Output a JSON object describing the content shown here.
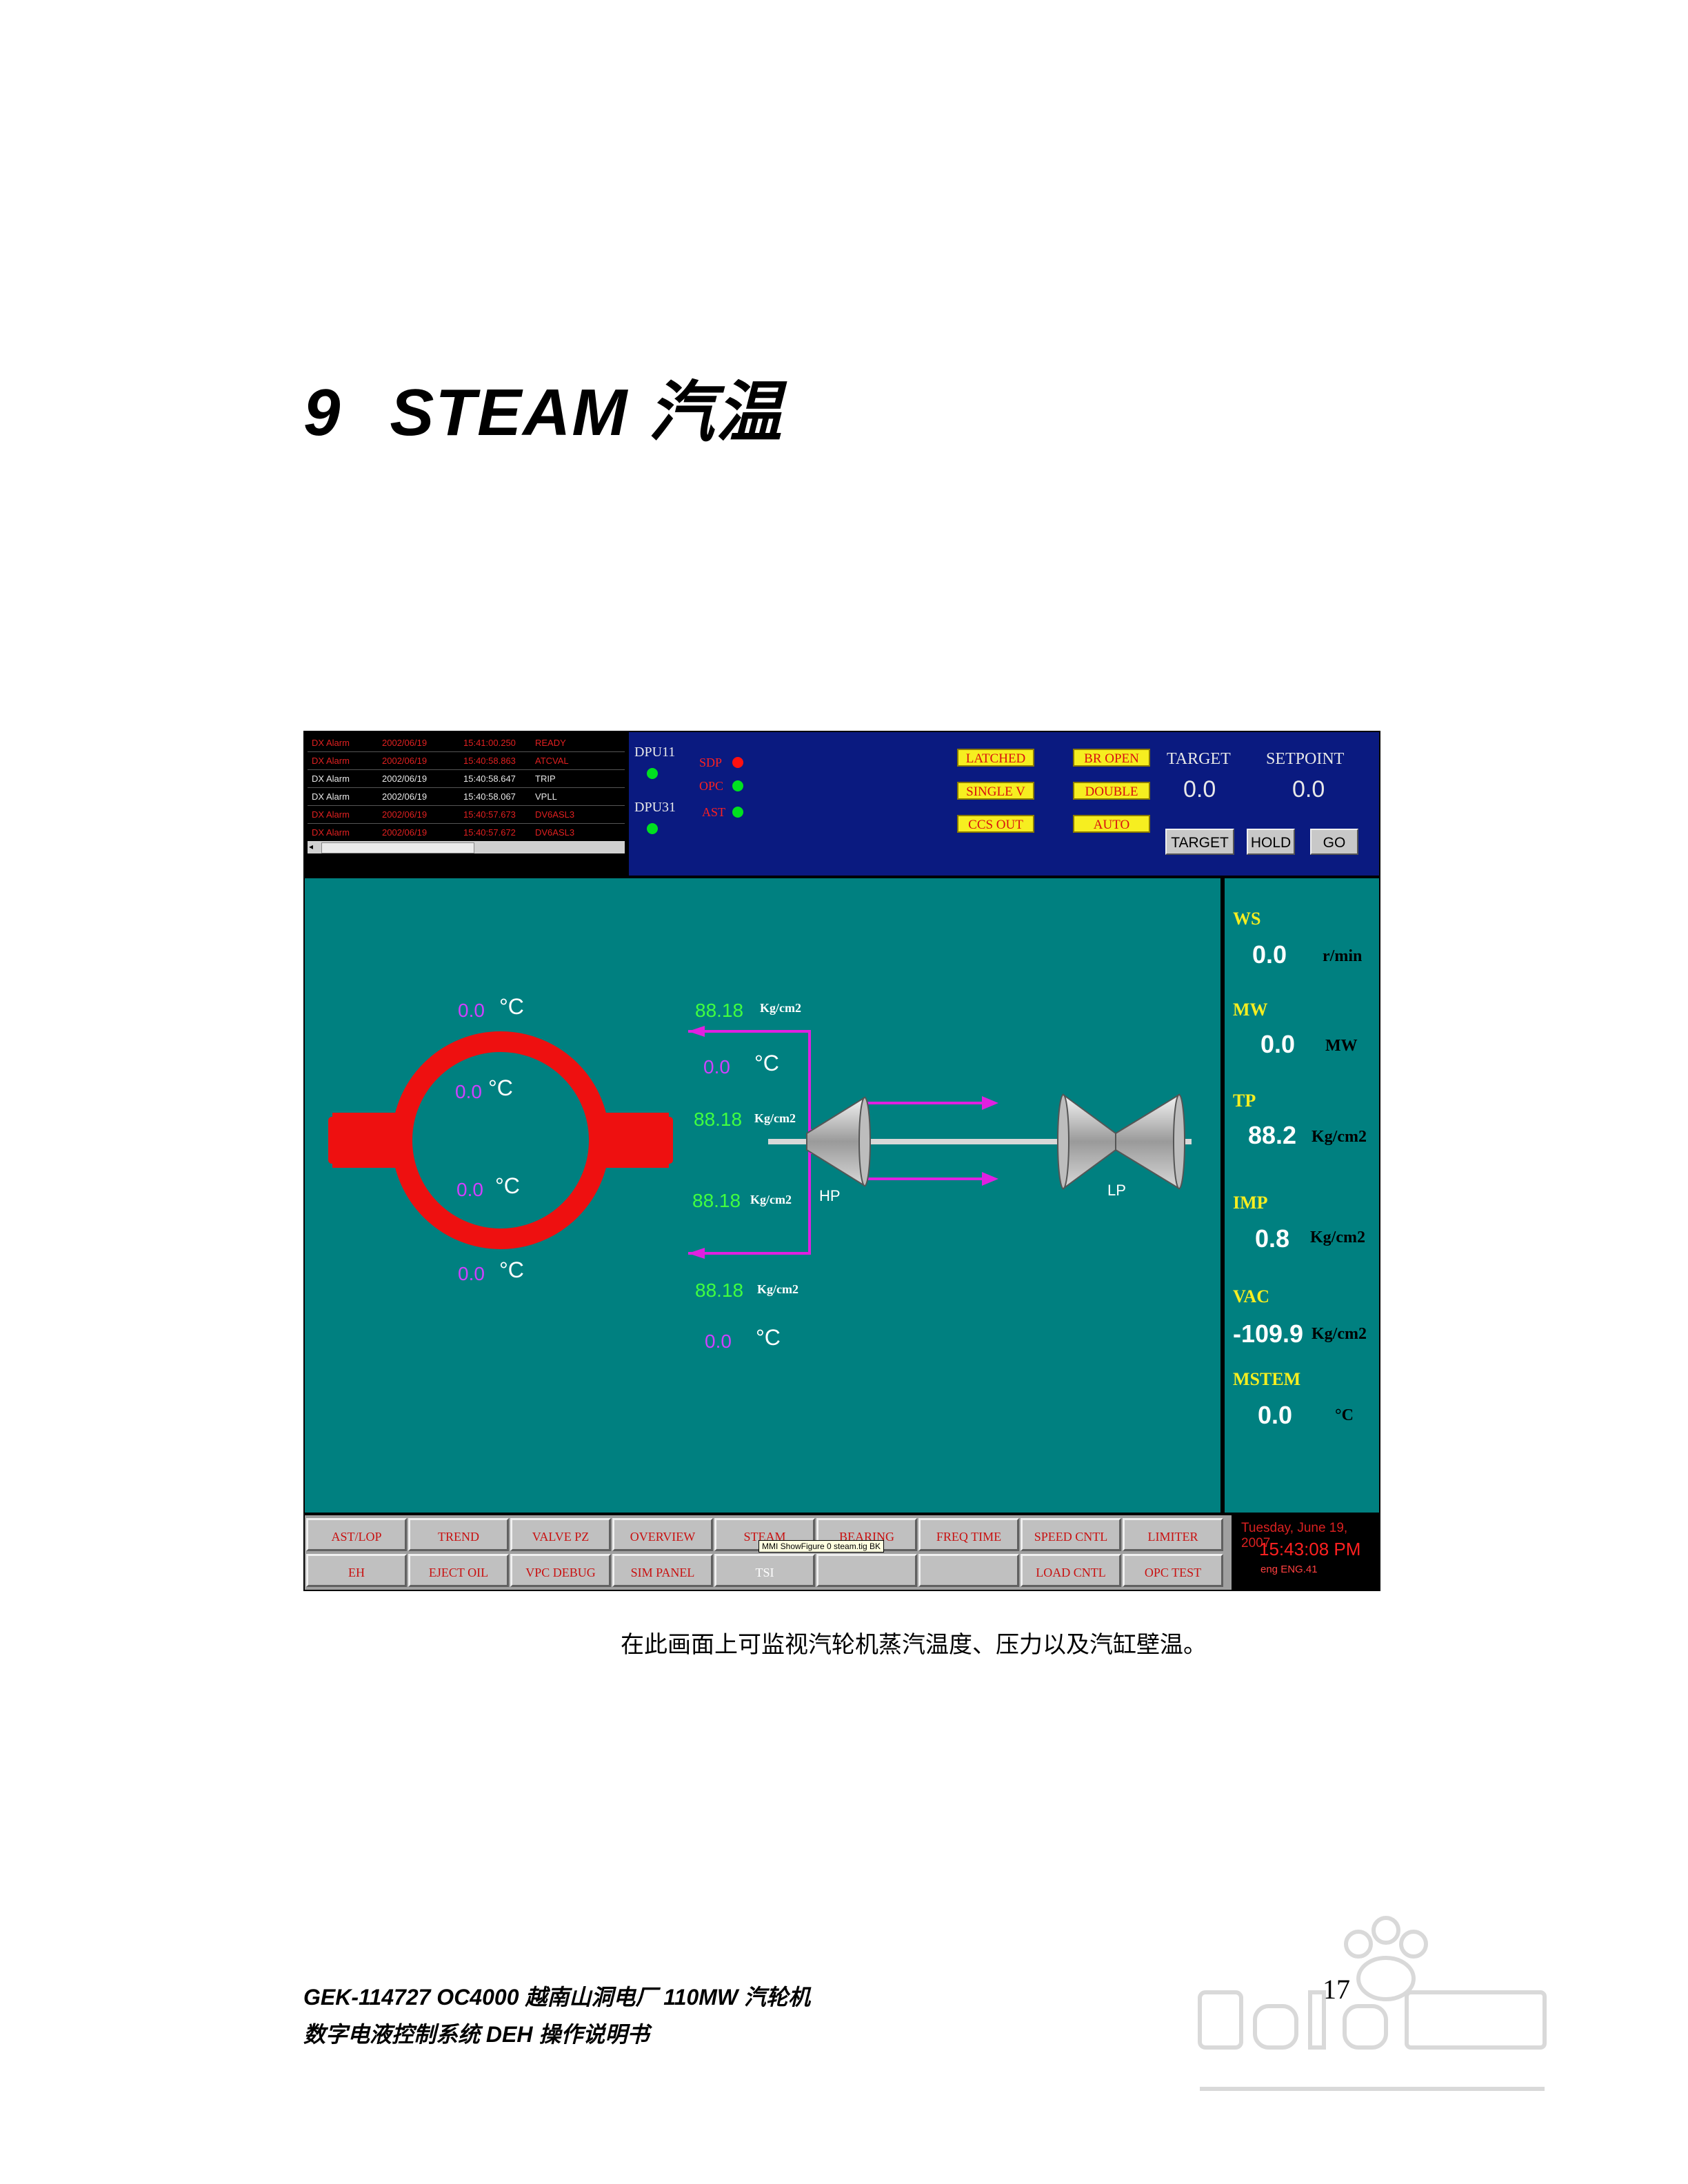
{
  "doc": {
    "section_number": "9",
    "section_title": "STEAM 汽温",
    "caption": "在此画面上可监视汽轮机蒸汽温度、压力以及汽缸壁温。",
    "footer_line1": "GEK-114727 OC4000 越南山洞电厂 110MW 汽轮机",
    "footer_line2": "数字电液控制系统 DEH 操作说明书",
    "page_number": "17"
  },
  "alarms": [
    {
      "source": "DX Alarm",
      "date": "2002/06/19",
      "time": "15:41:00.250",
      "tag": "READY",
      "color": "red"
    },
    {
      "source": "DX Alarm",
      "date": "2002/06/19",
      "time": "15:40:58.863",
      "tag": "ATCVAL",
      "color": "red"
    },
    {
      "source": "DX Alarm",
      "date": "2002/06/19",
      "time": "15:40:58.647",
      "tag": "TRIP",
      "color": "white"
    },
    {
      "source": "DX Alarm",
      "date": "2002/06/19",
      "time": "15:40:58.067",
      "tag": "VPLL",
      "color": "white"
    },
    {
      "source": "DX Alarm",
      "date": "2002/06/19",
      "time": "15:40:57.673",
      "tag": "DV6ASL3",
      "color": "red"
    },
    {
      "source": "DX Alarm",
      "date": "2002/06/19",
      "time": "15:40:57.672",
      "tag": "DV6ASL3",
      "color": "red"
    }
  ],
  "status": {
    "dpu11": "DPU11",
    "dpu31": "DPU31",
    "sdp": "SDP",
    "opc": "OPC",
    "ast": "AST",
    "latched": "LATCHED",
    "single_v": "SINGLE  V",
    "ccs_out": "CCS OUT",
    "br_open": "BR OPEN",
    "double": "DOUBLE",
    "auto": "AUTO",
    "target_label": "TARGET",
    "setpoint_label": "SETPOINT",
    "target_value": "0.0",
    "setpoint_value": "0.0",
    "target_btn": "TARGET",
    "hold_btn": "HOLD",
    "go_btn": "GO"
  },
  "steam": {
    "casing_temp_top": "0.0",
    "casing_temp_upper": "0.0",
    "casing_temp_lower": "0.0",
    "casing_temp_bottom": "0.0",
    "deg_c": "°C",
    "p1": "88.18",
    "t1": "0.0",
    "p2": "88.18",
    "p3": "88.18",
    "p4": "88.18",
    "t4": "0.0",
    "pressure_unit": "Kg/cm2",
    "hp_label": "HP",
    "lp_label": "LP"
  },
  "side": {
    "ws_label": "WS",
    "ws_value": "0.0",
    "ws_unit": "r/min",
    "mw_label": "MW",
    "mw_value": "0.0",
    "mw_unit": "MW",
    "tp_label": "TP",
    "tp_value": "88.2",
    "tp_unit": "Kg/cm2",
    "imp_label": "IMP",
    "imp_value": "0.8",
    "imp_unit": "Kg/cm2",
    "vac_label": "VAC",
    "vac_value": "-109.9",
    "vac_unit": "Kg/cm2",
    "mstem_label": "MSTEM",
    "mstem_value": "0.0",
    "mstem_unit": "°C"
  },
  "nav": {
    "row1": [
      "AST/LOP",
      "TREND",
      "VALVE PZ",
      "OVERVIEW",
      "STEAM",
      "BEARING",
      "FREQ TIME",
      "SPEED CNTL",
      "LIMITER"
    ],
    "row2": [
      "EH",
      "EJECT OIL",
      "VPC DEBUG",
      "SIM PANEL",
      "TSI",
      "",
      "",
      "LOAD CNTL",
      "OPC TEST"
    ],
    "tooltip": "MMI ShowFigure 0 steam.tig BK"
  },
  "clock": {
    "date": "Tuesday, June 19, 2007",
    "time": "15:43:08 PM",
    "user": "eng ENG.41"
  },
  "colors": {
    "teal": "#008080",
    "status_blue": "#0a1a80",
    "pipe_magenta": "#e020e0",
    "casing_red": "#ee1010"
  }
}
